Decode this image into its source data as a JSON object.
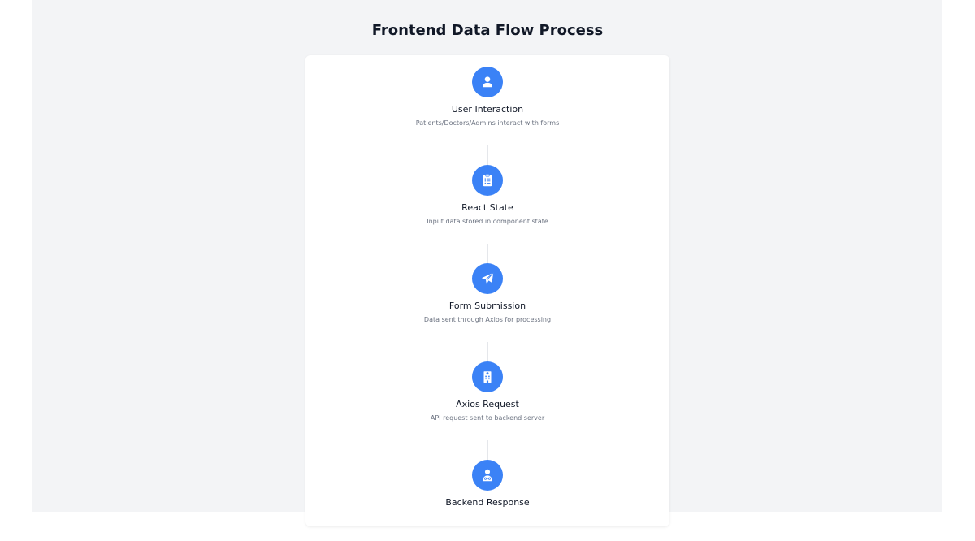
{
  "title": "Frontend Data Flow Process",
  "colors": {
    "accent": "#3b82f6",
    "background": "#f3f4f6",
    "card": "#ffffff",
    "connector": "#e5e7eb"
  },
  "steps": [
    {
      "label": "User Interaction",
      "description": "Patients/Doctors/Admins interact with forms",
      "icon": "user-icon"
    },
    {
      "label": "React State",
      "description": "Input data stored in component state",
      "icon": "clipboard-list-icon"
    },
    {
      "label": "Form Submission",
      "description": "Data sent through Axios for processing",
      "icon": "paper-plane-icon"
    },
    {
      "label": "Axios Request",
      "description": "API request sent to backend server",
      "icon": "building-icon"
    },
    {
      "label": "Backend Response",
      "description": "",
      "icon": "user-doctor-icon"
    }
  ]
}
